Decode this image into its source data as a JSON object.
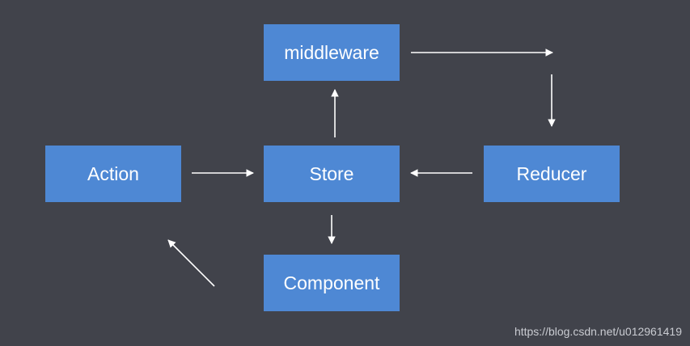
{
  "nodes": {
    "middleware": "middleware",
    "action": "Action",
    "store": "Store",
    "reducer": "Reducer",
    "component": "Component"
  },
  "colors": {
    "background": "#41434b",
    "node_fill": "#4e88d4",
    "node_text": "#ffffff",
    "arrow": "#ffffff"
  },
  "watermark": "https://blog.csdn.net/u012961419"
}
